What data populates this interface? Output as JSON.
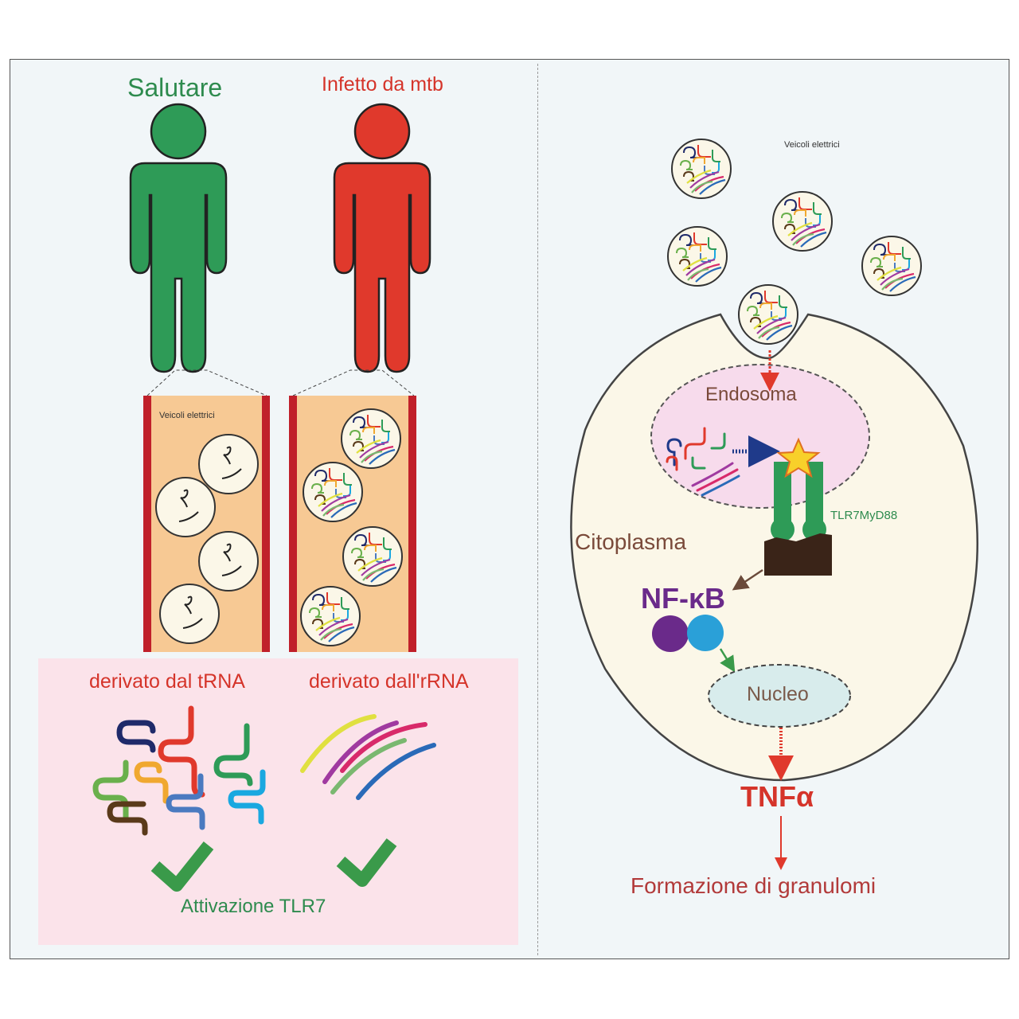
{
  "labels": {
    "healthy": "Salutare",
    "infected": "Infetto da mtb",
    "ev_left": "Veicoli elettrici",
    "ev_right": "Veicoli elettrici",
    "trna": "derivato dal tRNA",
    "rrna": "derivato dall'rRNA",
    "tlr7_activation": "Attivazione TLR7",
    "endosome": "Endosoma",
    "receptor": "TLR7MyD88",
    "cytoplasm": "Citoplasma",
    "nfkb": "NF-κB",
    "nucleus": "Nucleo",
    "tnf": "TNFα",
    "granuloma": "Formazione di granulomi"
  },
  "colors": {
    "healthy": "#2e9b57",
    "infected": "#e0392c",
    "vessel": "#f7c994",
    "vessel_wall": "#c0202a",
    "panel_pink": "#fbe3ea",
    "cell": "#fbf7e8",
    "endosome": "#f7dbec",
    "nucleus": "#d8ecec",
    "check": "#3a9a4a",
    "nfkb_purple": "#6a2a8a",
    "nfkb_blue": "#2aa0d8"
  },
  "trna_colors": [
    "#1f2a6a",
    "#e0392c",
    "#2e9b57",
    "#6ab04c",
    "#f0a830",
    "#4a7ac0",
    "#1aa8e0",
    "#5a3a1a"
  ],
  "rrna_colors": [
    "#e0e040",
    "#a03aa0",
    "#d82a6a",
    "#7ab870",
    "#2a6ab8"
  ],
  "icons": [
    "person-icon",
    "checkmark-icon",
    "star-icon",
    "vesicle-icon"
  ]
}
